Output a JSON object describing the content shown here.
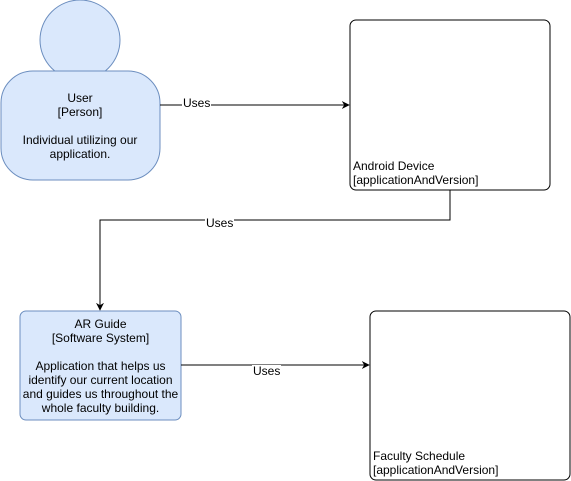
{
  "diagram": {
    "user": {
      "name": "User",
      "type": "[Person]",
      "description_lines": [
        "Individual utilizing our",
        "application."
      ]
    },
    "android_device": {
      "name": "Android Device",
      "version": "[applicationAndVersion]"
    },
    "ar_guide": {
      "name": "AR Guide",
      "type": "[Software System]",
      "description_lines": [
        "Application that helps us",
        "identify our current location",
        "and guides us throughout the",
        "whole faculty building."
      ]
    },
    "faculty_schedule": {
      "name": "Faculty Schedule",
      "version": "[applicationAndVersion]"
    },
    "edges": [
      {
        "from": "User",
        "to": "Android Device",
        "label": "Uses"
      },
      {
        "from": "Android Device",
        "to": "AR Guide",
        "label": "Uses"
      },
      {
        "from": "AR Guide",
        "to": "Faculty Schedule",
        "label": "Uses"
      }
    ],
    "colors": {
      "element_fill": "#dae8fc",
      "element_stroke": "#6c8ebf",
      "container_stroke": "#000000",
      "edge_stroke": "#000000"
    }
  }
}
